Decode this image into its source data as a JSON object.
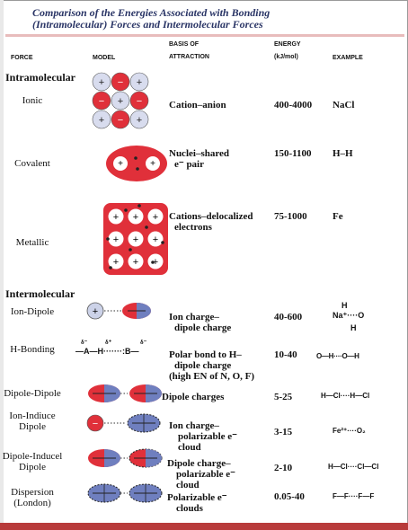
{
  "title": {
    "line1": "Comparison of the Energies Associated with Bonding",
    "line2": "(Intramolecular) Forces and Intermolecular Forces"
  },
  "headers": {
    "force": "FORCE",
    "model": "MODEL",
    "basis_line1": "BASIS OF",
    "basis_line2": "ATTRACTION",
    "energy_line1": "ENERGY",
    "energy_line2": "(kJ/mol)",
    "example": "EXAMPLE"
  },
  "sections": {
    "intra": "Intramolecular",
    "inter": "Intermolecular"
  },
  "rows": [
    {
      "force": "Ionic",
      "basis": "Cation–anion",
      "energy": "400-4000",
      "example": "NaCl"
    },
    {
      "force": "Covalent",
      "basis": "Nuclei–shared",
      "basis2": "e⁻ pair",
      "energy": "150-1100",
      "example": "H–H"
    },
    {
      "force": "Metallic",
      "basis": "Cations–delocalized",
      "basis2": "electrons",
      "energy": "75-1000",
      "example": "Fe"
    },
    {
      "force": "Ion-Dipole",
      "basis": "Ion charge–",
      "basis2": "dipole charge",
      "energy": "40-600",
      "example": "Na⁺····O"
    },
    {
      "force": "H-Bonding",
      "basis": "Polar bond to H–",
      "basis2": "dipole charge",
      "basis3": "(high EN of N, O, F)",
      "energy": "10-40",
      "example": "O—H····O—H"
    },
    {
      "force": "Dipole-Dipole",
      "basis": "Dipole charges",
      "energy": "5-25",
      "example": "H—Cl····H—Cl"
    },
    {
      "force": "Ion-Indiuce",
      "force2": "Dipole",
      "basis": "Ion charge–",
      "basis2": "polarizable e⁻",
      "basis3": "cloud",
      "energy": "3-15",
      "example": "Fe²⁺····O₂"
    },
    {
      "force": "Dipole-Inducel",
      "force2": "Dipole",
      "basis": "Dipole charge–",
      "basis2": "polarizable e⁻",
      "basis3": "cloud",
      "energy": "2-10",
      "example": "H—Cl····Cl—Cl"
    },
    {
      "force": "Dispersion",
      "force2": "(London)",
      "basis": "Polarizable e⁻",
      "basis2": "clouds",
      "energy": "0.05-40",
      "example": "F—F····F—F"
    }
  ],
  "hbond_labels": {
    "partial1": "δ⁻",
    "partial2": "δ⁺",
    "partial3": "δ⁻",
    "formula": "—A—H·······:B—"
  },
  "iondipole_labels": {
    "h1": "H",
    "h2": "H"
  },
  "colors": {
    "red": "#e0303a",
    "blue": "#8a96c8",
    "title": "#2a3566",
    "accent": "#b83b3b"
  }
}
